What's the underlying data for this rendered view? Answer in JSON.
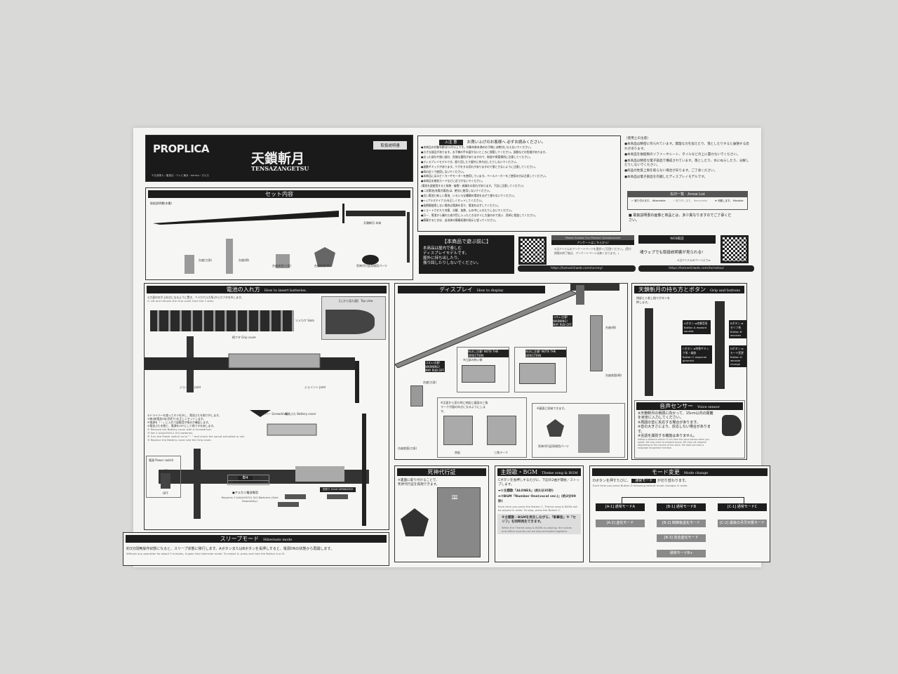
{
  "header": {
    "brand": "PROPLICA",
    "title_jp": "天鎖斬月",
    "title_en": "TENSAZANGETSU",
    "doc_type": "取扱説明書",
    "copyright": "©久保帯人／集英社・テレビ東京・dentsu・ぴえろ"
  },
  "set_contents": {
    "title": "セット内容",
    "items": [
      "取扱説明書(本書)",
      "天鎖斬月 本体",
      "台座(刀身)",
      "台座(柄)",
      "台座底面(刀身)",
      "台座底面(柄)",
      "死神代行証再現用パーツ"
    ]
  },
  "caution": {
    "badge": "⚠注 意",
    "heading": "お買い上げのお客様へ 必ずお読みください。",
    "lines": [
      "●本商品の対象年齢は15才以上です。対象年齢未満のお子様には絶対に与えないでください。",
      "●小さな部品があります。お子様の手の届かないところに保管してください。誤飲などの危険があります。",
      "●尖った部分や鋭い部分、危険な箇所がありますので、取扱や保管場所に注意してください。",
      "●ディスプレイモデルです。振り回したり屋外に持ち出したりしないでください。",
      "●振動ギミックがあります。ケガをする恐れがありますので落とさないように注意してください。",
      "●耳の近くで使用しないでください。",
      "●本商品にはスピーカーやモーターを使用しています。ペースメーカーをご使用の方は注意してください。",
      "●本商品を磁気カードなどに近づけないでください。",
      "(電池を誤使用すると発熱・破裂・液漏れの恐れがあります。下記に注意してください)",
      "●二次電池(充電式電池)は、絶対に使用しないでください。",
      "●古い電池と新しい電池、いろいろな種類の電池をまぜて使わないでください。",
      "●+-(プラスマイナス)を正しくセットしてください。",
      "●長期間使用しない場合は電源を切り、電池をはずしてください。",
      "●ショートさせたり充電、分解、加熱、火の中に入れたりしないでください。",
      "●万一、電池から漏れた液が目に入ったときはすぐに大量の水で洗い、医師に相談してください。",
      "●廃棄するときは、自治体の廃棄処理の指示に従ってください。"
    ]
  },
  "usage_notes": {
    "heading": "〔使用上の注意〕",
    "lines": [
      "●本商品は精密に作られています。無理な力を加えたり、落としたりすると破損する恐れがあります。",
      "●本商品を樹脂製のソファーやシート、タイルなどの上に置かないでください。",
      "●本商品は精密な電子部品で構成されています。落としたり、水にぬらしたり、分解したりしないでください。",
      "●商品の性質上隙を取らない場合があります。ご了承ください。",
      "●本商品は電子部品を内蔵したディスプレイモデルです。"
    ],
    "arrow_list_title": "矢印一覧　Arrow List",
    "arrows": [
      {
        "jp": "取り付けます。",
        "en": "Attachable"
      },
      {
        "jp": "取り外します。",
        "en": "Removable"
      },
      {
        "jp": "可動します。",
        "en": "Movable"
      }
    ],
    "disclaimer": "■ 取扱説明書の画像と商品とは、多少異なりますのでご了承ください。"
  },
  "before_play": {
    "title": "【本商品で遊ぶ前に】",
    "lines": [
      "本商品は屋内で楽しむ",
      "ディスプレイモデルです。",
      "屋外に持ち出したり、",
      "振り回したりしないでください。"
    ]
  },
  "survey": {
    "title": "Please Answer Our Product Questionnaire",
    "subtitle": "アンケートはこちらから!",
    "note": "※当アイテムのアンケートページを選択→ご回答ください。(受付期間の終了後は、アンケートページは無くなります。)",
    "url": "https://tamashiiweb.com/survey/"
  },
  "web_manual": {
    "title": "WEB取説",
    "text": "魂ウェブでも取扱説明書が見られる!",
    "note": "※当アイテムのページより➡",
    "url": "https://tamashiiweb.com/torisetsu/"
  },
  "battery": {
    "title": "電池の入れ方",
    "title_en": "How to insert batteries.",
    "step1_jp": "①刀身の刃が上向きになるように置き、ツメカケ(2カ所)からカフタを外します。",
    "step1_en": "① Lift and remove the Grip cover from the 2 slots.",
    "top_view": "【上から見た図】 Top view",
    "slots": "ツメカケ Slots",
    "grip_cover": "柄フタ Grip cover",
    "joint": "ジョイント Joint",
    "steps_jp": [
      "②ドライバーを使ってネジを外し、電池ぶたを取り外します。",
      "③単4乾電池3本(別売り)を正しくセットします。",
      "④電源を「・」に入れて起動音が鳴るか確認します。",
      "⑤電池ぶたを閉じ、電源をOFFにして柄フタを戻します。"
    ],
    "steps_en": [
      "② Remove the Battery cover with a Screwdriver.",
      "③ Set 3 AAA/LR03(1.5V) batteries.",
      "④ Turn the Power switch on to \"・\" and check the sound activated or not.",
      "⑤ Replace the Battery cover and the Grip cover."
    ],
    "screwdriver": "ドライバー Screwdriver",
    "battery_cover": "電池ぶた Battery cover",
    "power_switch": "電源 Power switch",
    "on": "ON",
    "off": "OFF",
    "battery_type": "単4",
    "count": "×3",
    "battery_note": "単4乾電池3本使用(別売り)",
    "alkaline": "●アルカリ電池専用",
    "requires": "Requires 3 AAA/LR03(1.5V) Batteries (Sold Separately)",
    "sold_sep": "別売り SOLD SEPARATELY"
  },
  "sleep": {
    "title": "スリープモード",
    "title_en": "Hibernate mode",
    "jp": "約3分間無操作状態になると、スリープ状態に移行します。AボタンまたはBボタンを長押しすると、電源ONの状態から再開します。",
    "en": "Without any operation for about 3 minutes, it goes into hibernate mode. To restart it, press and hold the Button A or B."
  },
  "display": {
    "title": "ディスプレイ",
    "title_en": "How to display",
    "rub": "コスレ注意! WARNING! MAY RUB OFF",
    "direction": "向きに注意! NOTE THE DIRECTION",
    "convex": "※凸部の刺い側",
    "stand_blade": "台座(刀身)",
    "stand_grip": "台座(柄)",
    "base_blade": "台座底面(刀身)",
    "base_grip": "台座底面(柄)",
    "align": "※正面から見た時に突起と裏面の三角マークが図の向きになるようにします。",
    "back": "裏面",
    "protrusion": "突起",
    "triangle": "三角マーク",
    "storage": "※裏面に収納できます。",
    "badge_part": "死神代行証再現用パーツ"
  },
  "grip": {
    "title": "天鎖斬月の持ち方とボタン",
    "title_en": "Grip and buttons",
    "hold": "鍔部と人差し指でボタンを押します。",
    "buttons": [
      {
        "jp": "Aボタン ➡攻撃音系",
        "en": "Button A ➡sword sounds"
      },
      {
        "jp": "Bボタン ➡セリフ系",
        "en": "Button B ➡voices"
      },
      {
        "jp": "Cボタン ➡特殊ギミック系・楽曲",
        "en": "Button C ➡special gimmick"
      },
      {
        "jp": "Dボタン ➡モード変更",
        "en": "Button D ➡mode change"
      }
    ],
    "voice_title": "音声センサー",
    "voice_en": "Voice sensor",
    "voice_jp": [
      "※天鎖斬月の柄頭に向かって、15cm以内の距離を目安に入力してください。",
      "※周囲の音に反応する場合があります。",
      "※音の大きさにより、反応しない場合があります。",
      "※言語を識別する機能はありません。"
    ],
    "voice_notes_en": "※Keep a distance within 15 cm from the voice sensor when you speak. ※It may react to ambient sound. ※It may not respond depending on the volume of the voice. ※It does not have a language recognition function."
  },
  "badge": {
    "title": "死神代行証",
    "text": "※裏面に取り付けることで、死神代行証を再現できます。",
    "back": "裏面"
  },
  "theme": {
    "title": "主題歌・BGM",
    "title_en": "Theme song & BGM",
    "intro": "Cボタンを長押しするたびに、下記の2曲が開始／ストップします。",
    "songs": [
      "➡①主題歌「ALONES」(約1分35秒)",
      "➡②BGM「Number One(vocal ver.)」(約2分00秒)"
    ],
    "en": "Each time you press the Button C, Theme song & BGMs will be played in order. To stop, press the Button C.",
    "note_jp": "※主題歌・BGMを再生しながら、「斬撃音」や「セリフ」を同時再生できます。",
    "note_en": "While the Theme song & BGMs is playing, the voices and effect sounds can be also activated together."
  },
  "mode": {
    "title": "モード変更",
    "title_en": "Mode change",
    "intro_a": "Dボタンを押すたびに、",
    "intro_tag": "通常モード",
    "intro_b": "が切り替わります。",
    "en": "Each time you press Button D following default mode changes in order.",
    "a1": "[A-1] 通常モードA",
    "b1": "[B-1] 通常モードB",
    "c1": "[C-1] 通常モードC",
    "a2": "[A-2] 虚化モード",
    "b2": "[B-2] 制御後虚化モード",
    "c2": "[C-2] 最後の月牙天衝モード",
    "b3": "[B-3] 完全虚化モード",
    "b4": "通常モードB+"
  }
}
